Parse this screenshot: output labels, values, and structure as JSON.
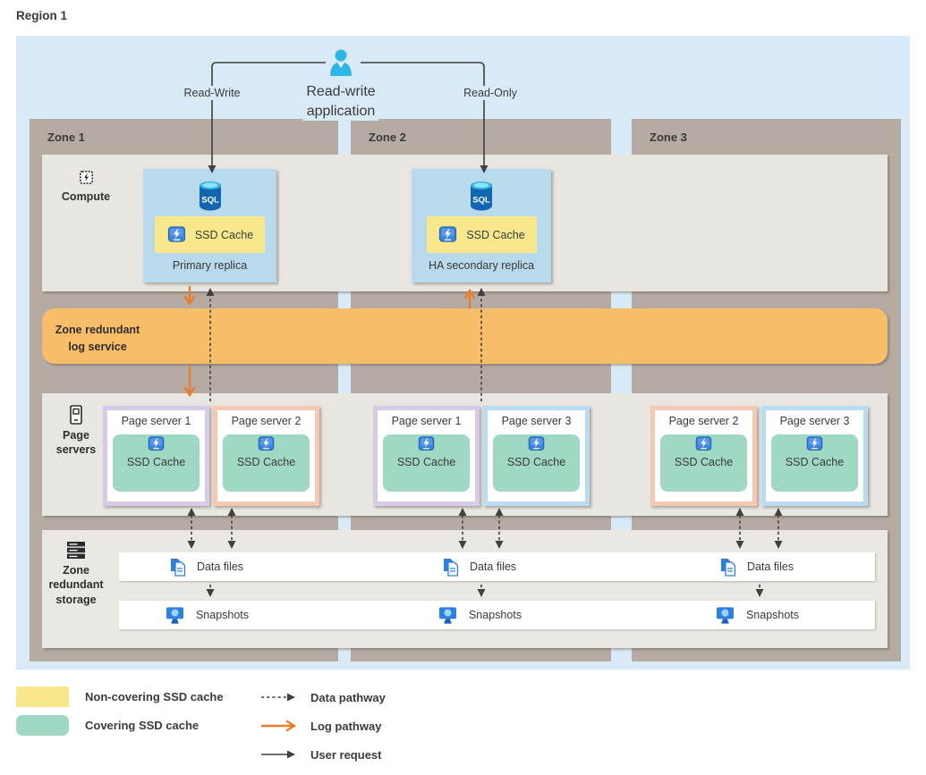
{
  "region": {
    "label": "Region 1"
  },
  "app": {
    "label_line1": "Read-write",
    "label_line2": "application",
    "read_write": "Read-Write",
    "read_only": "Read-Only"
  },
  "zones": [
    {
      "label": "Zone 1"
    },
    {
      "label": "Zone 2"
    },
    {
      "label": "Zone 3"
    }
  ],
  "rows": {
    "compute": {
      "label": "Compute"
    },
    "log": {
      "line1": "Zone redundant",
      "line2": "log service"
    },
    "page_servers": {
      "line1": "Page",
      "line2": "servers"
    },
    "storage": {
      "line1": "Zone",
      "line2": "redundant",
      "line3": "storage"
    }
  },
  "compute": {
    "sql_label": "SQL",
    "zone1": {
      "title": "Primary replica",
      "cache": "SSD Cache"
    },
    "zone2": {
      "title": "HA secondary replica",
      "cache": "SSD Cache"
    }
  },
  "page_servers": {
    "zones": [
      {
        "servers": [
          {
            "title": "Page server 1",
            "cache": "SSD Cache",
            "variant": "lavender"
          },
          {
            "title": "Page server 2",
            "cache": "SSD Cache",
            "variant": "salmon"
          }
        ]
      },
      {
        "servers": [
          {
            "title": "Page server 1",
            "cache": "SSD Cache",
            "variant": "lavender"
          },
          {
            "title": "Page server 3",
            "cache": "SSD Cache",
            "variant": "blue"
          }
        ]
      },
      {
        "servers": [
          {
            "title": "Page server 2",
            "cache": "SSD Cache",
            "variant": "salmon"
          },
          {
            "title": "Page server 3",
            "cache": "SSD Cache",
            "variant": "blue"
          }
        ]
      }
    ]
  },
  "storage": {
    "data_files": "Data files",
    "snapshots": "Snapshots"
  },
  "legend": {
    "items": [
      {
        "kind": "swatch-yellow",
        "label": "Non-covering SSD cache"
      },
      {
        "kind": "swatch-green",
        "label": "Covering SSD cache"
      },
      {
        "kind": "arrow-dashed",
        "label": "Data pathway"
      },
      {
        "kind": "arrow-orange",
        "label": "Log pathway"
      },
      {
        "kind": "arrow-solid",
        "label": "User request"
      }
    ]
  },
  "colors": {
    "region_bg": "#d8eaf6",
    "taupe": "#b5aba2",
    "band": "#e9e6e2",
    "band_storage": "#ebe8e4",
    "log_band": "#f7bd69",
    "replica": "#b9d9ec",
    "yellow": "#f8e88b",
    "green": "#9fd8c3",
    "lavender": "#d7cbe8",
    "salmon": "#f9c8b2",
    "light_blue_border": "#badcf2",
    "arrow_dark": "#404040",
    "arrow_orange": "#e87e2b",
    "ink": "#3a3a3a",
    "person": "#2cb5e8"
  }
}
